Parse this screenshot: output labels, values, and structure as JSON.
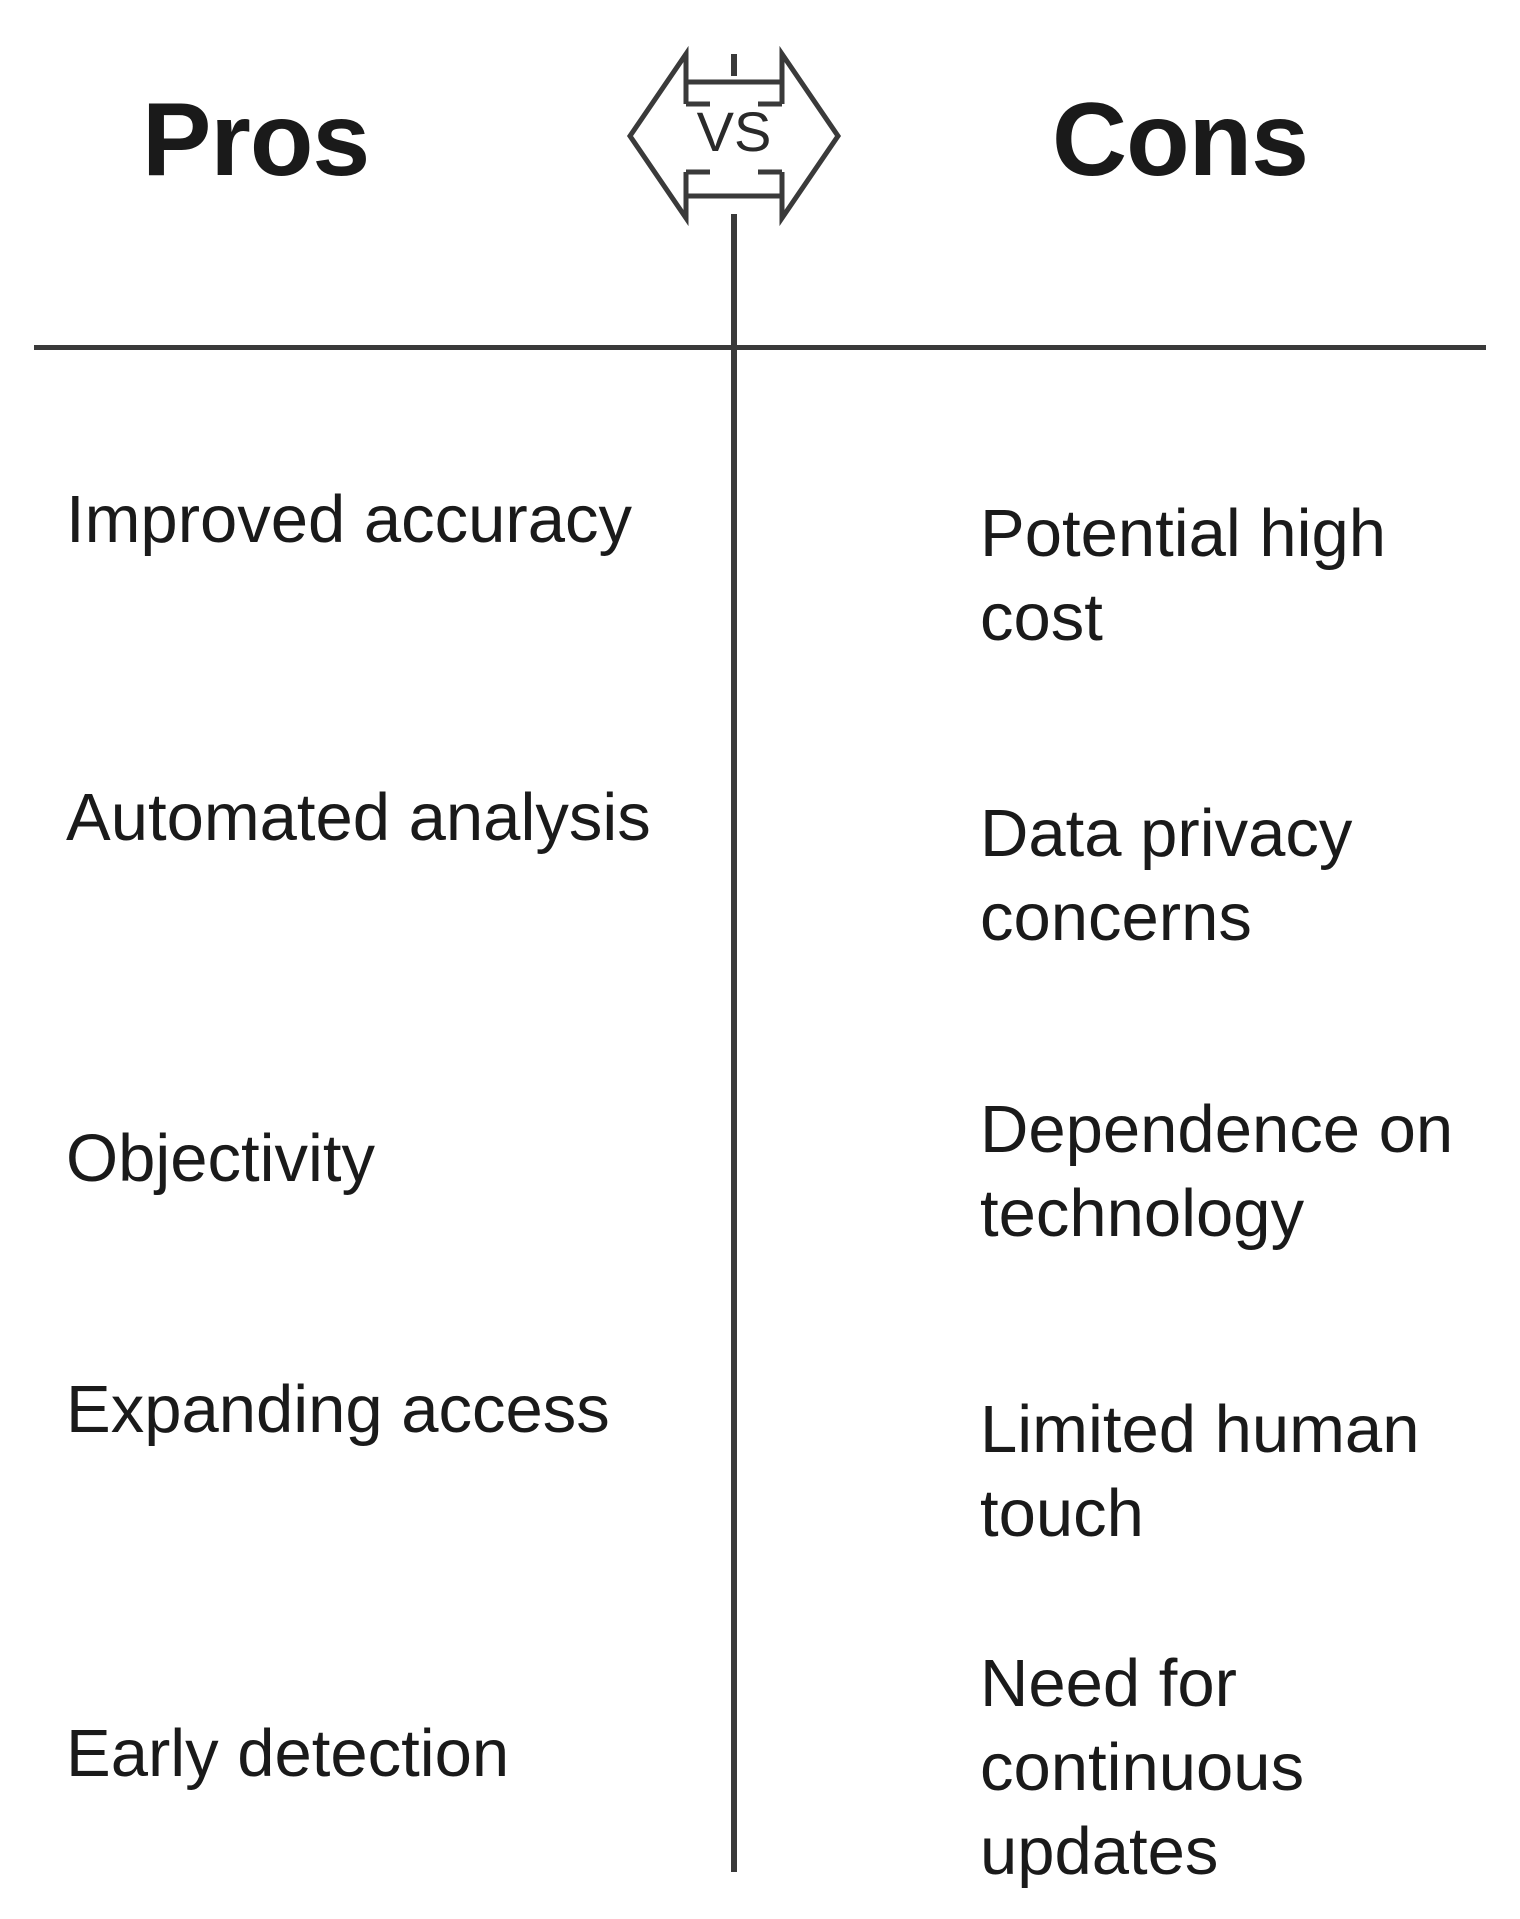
{
  "pros_heading": "Pros",
  "cons_heading": "Cons",
  "vs_label": "VS",
  "pros": [
    "Improved accuracy",
    "Automated analysis",
    "Objectivity",
    "Expanding access",
    "Early detection"
  ],
  "cons": [
    "Potential high cost",
    "Data privacy concerns",
    "Dependence on technology",
    "Limited human touch",
    "Need for continuous updates"
  ],
  "colors": {
    "text": "#1a1a1a",
    "lines": "#3a3a3a",
    "background": "#ffffff"
  },
  "icons": {
    "vs_badge": "double-arrow-icon"
  }
}
